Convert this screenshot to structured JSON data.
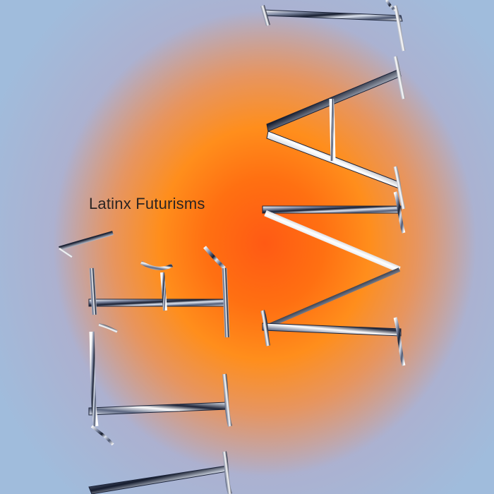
{
  "poster": {
    "subtitle": "Latinx Futurisms",
    "word_right": "MAR",
    "word_left": "ARTÉ"
  },
  "colors": {
    "background": "#a0bcdc",
    "glow_core": "#ff5a14",
    "glow_mid": "#ff8e1c",
    "subtitle_text": "#2b2422",
    "chrome_light": "#ffffff",
    "chrome_dark": "#1a2238"
  }
}
